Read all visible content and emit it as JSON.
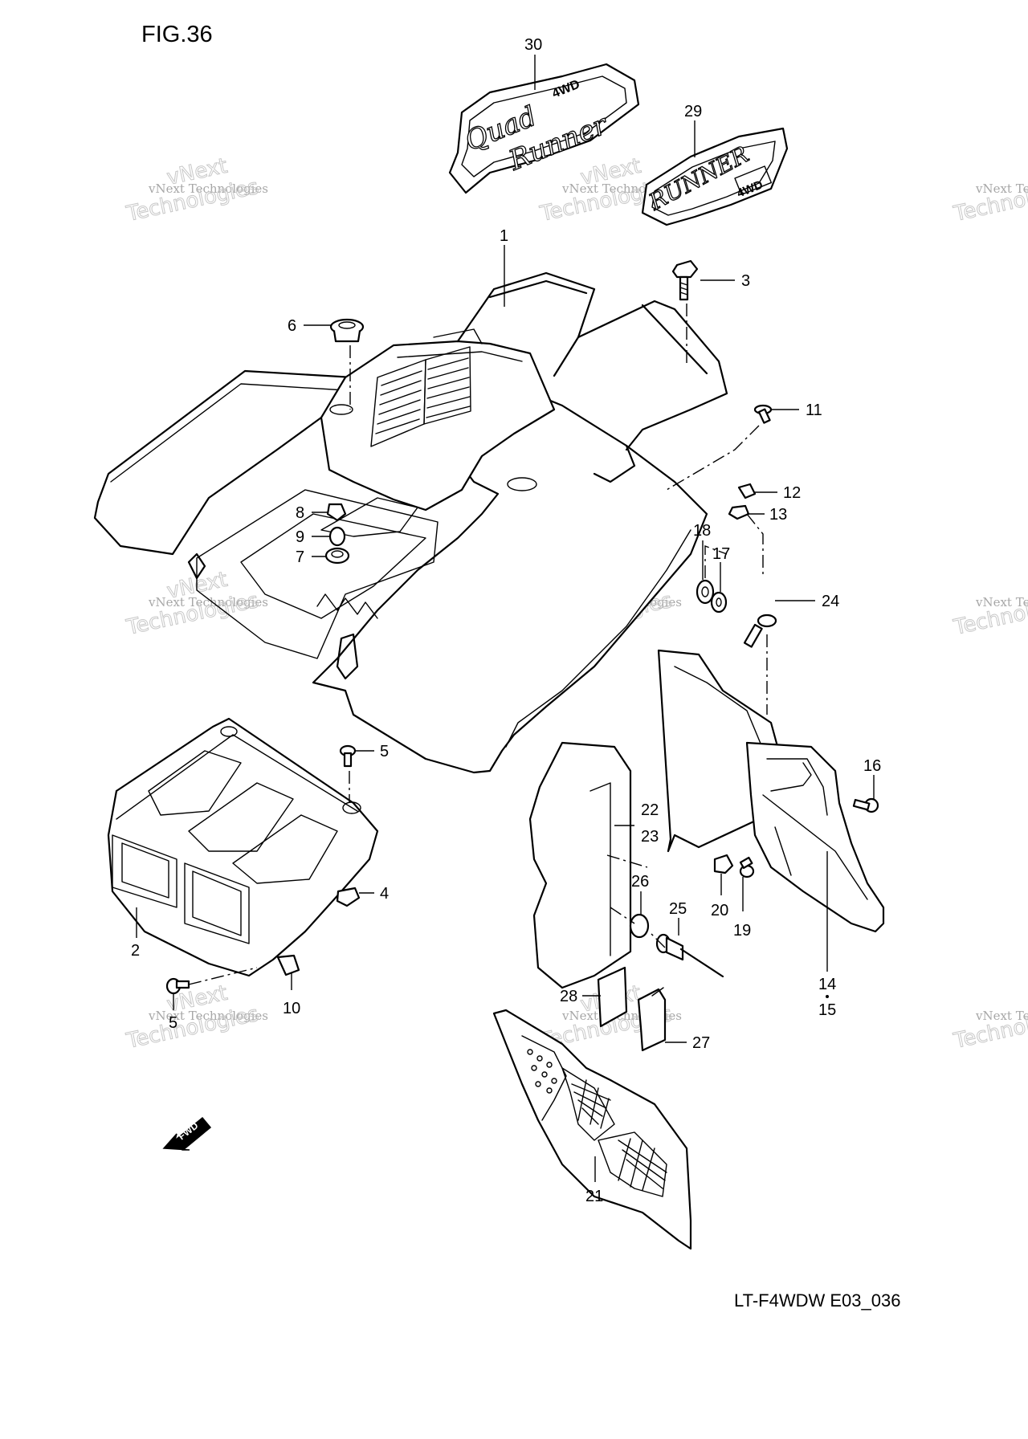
{
  "figure": {
    "title": "FIG.36",
    "code": "LT-F4WDW E03_036"
  },
  "watermark": {
    "line1": "vNext Technologies",
    "line2": "Technologies",
    "top": "vNext"
  },
  "fwd_label": "FWD",
  "decals": {
    "quad_script": "Quad",
    "runner_script": "Runner",
    "part29_text": "RUNNER",
    "part29_sub": "4WD",
    "part30_sub": "4WD"
  },
  "callouts": {
    "c1": "1",
    "c2": "2",
    "c3": "3",
    "c4": "4",
    "c5a": "5",
    "c5b": "5",
    "c6": "6",
    "c7": "7",
    "c8": "8",
    "c9": "9",
    "c10": "10",
    "c11": "11",
    "c12": "12",
    "c13": "13",
    "c14": "14",
    "c15": "15",
    "c16": "16",
    "c17": "17",
    "c18": "18",
    "c19": "19",
    "c20": "20",
    "c21": "21",
    "c22": "22",
    "c23": "23",
    "c24": "24",
    "c25": "25",
    "c26": "26",
    "c27": "27",
    "c28": "28",
    "c29": "29",
    "c30": "30"
  }
}
